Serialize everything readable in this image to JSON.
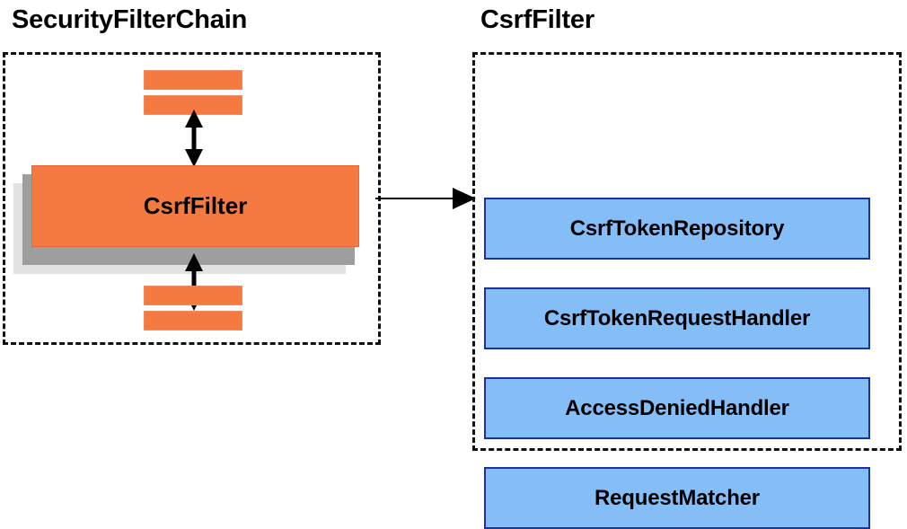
{
  "diagram": {
    "title_left": "SecurityFilterChain",
    "title_right": "CsrfFilter",
    "accent_orange": "#f47a42",
    "accent_blue": "#85bdf7",
    "blue_border": "#1f2f9e",
    "shadow_dark": "#9e9e9e",
    "shadow_light": "#e2e2e2",
    "border_color": "#111111"
  },
  "left_panel": {
    "title": "SecurityFilterChain",
    "main_box_label": "CsrfFilter",
    "filter_bars": [
      {
        "name": "filter-bar-top-1"
      },
      {
        "name": "filter-bar-top-2"
      },
      {
        "name": "filter-bar-bottom-1"
      },
      {
        "name": "filter-bar-bottom-2"
      }
    ],
    "arrows": [
      {
        "name": "arrow-up",
        "kind": "double-headed-vertical"
      },
      {
        "name": "arrow-down",
        "kind": "double-headed-vertical"
      }
    ]
  },
  "connector": {
    "name": "arrow-connect",
    "kind": "single-headed-horizontal",
    "from": "SecurityFilterChain",
    "to": "CsrfFilter"
  },
  "right_panel": {
    "title": "CsrfFilter",
    "collaborators": [
      {
        "label": "CsrfTokenRepository"
      },
      {
        "label": "CsrfTokenRequestHandler"
      },
      {
        "label": "AccessDeniedHandler"
      },
      {
        "label": "RequestMatcher"
      }
    ]
  }
}
